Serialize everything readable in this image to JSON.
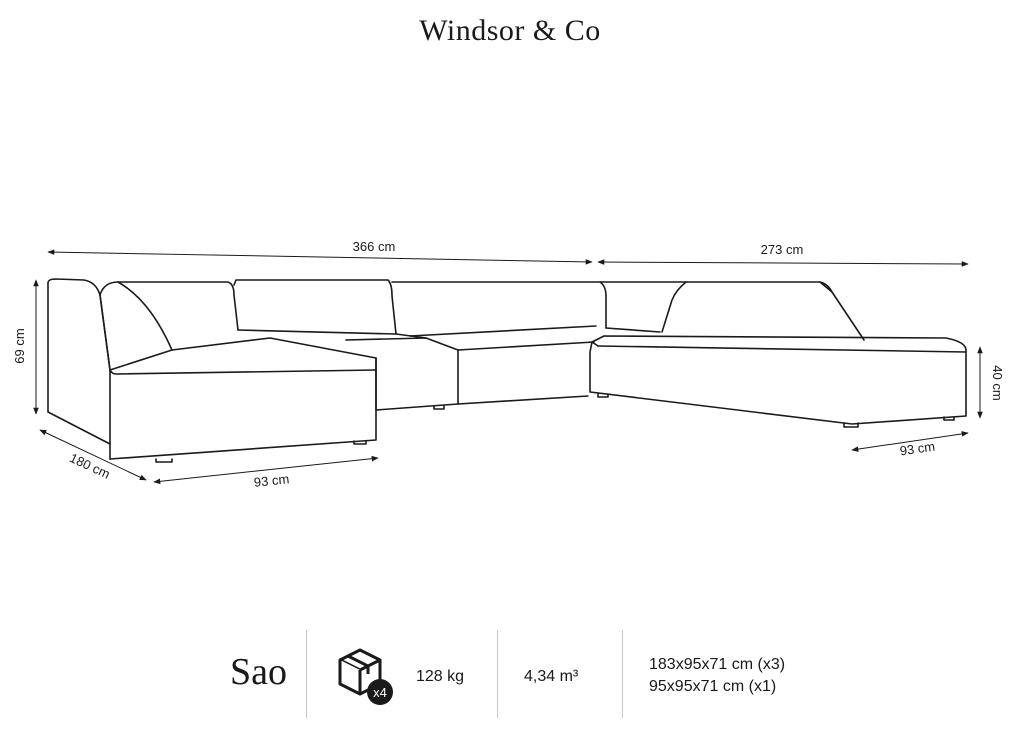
{
  "brand": "Windsor & Co",
  "dimensions": {
    "total_width": "366 cm",
    "right_width": "273 cm",
    "height": "69 cm",
    "seat_height": "40 cm",
    "left_depth": "180 cm",
    "left_module_width": "93 cm",
    "right_module_width": "93 cm"
  },
  "product": {
    "name": "Sao",
    "package_count": "x4",
    "weight": "128 kg",
    "volume": "4,34 m³",
    "package_sizes": [
      "183x95x71 cm (x3)",
      "95x95x71 cm (x1)"
    ]
  }
}
